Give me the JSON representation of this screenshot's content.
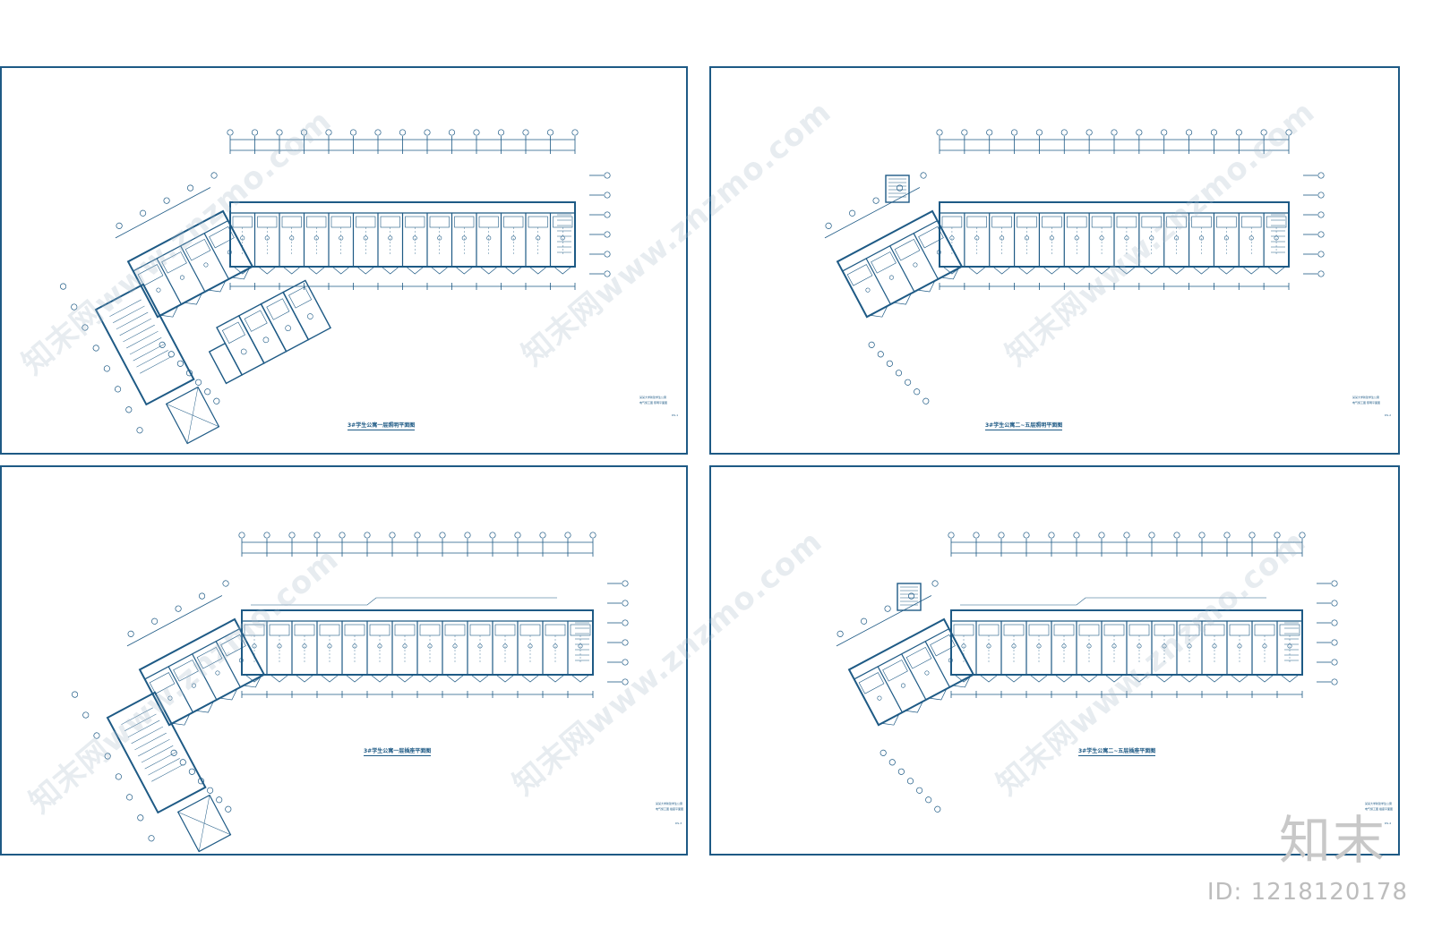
{
  "sheets": [
    {
      "id": "s1",
      "title": "3#学生公寓一层照明平面图",
      "note_line1": "某某大学新建学生公寓",
      "note_line2": "电气施工图 照明平面图",
      "page": "DS-1"
    },
    {
      "id": "s2",
      "title": "3#学生公寓二~五层照明平面图",
      "note_line1": "某某大学新建学生公寓",
      "note_line2": "电气施工图 照明平面图",
      "page": "DS-2"
    },
    {
      "id": "s3",
      "title": "3#学生公寓一层插座平面图",
      "note_line1": "某某大学新建学生公寓",
      "note_line2": "电气施工图 插座平面图",
      "page": "DS-3"
    },
    {
      "id": "s4",
      "title": "3#学生公寓二~五层插座平面图",
      "note_line1": "某某大学新建学生公寓",
      "note_line2": "电气施工图 插座平面图",
      "page": "DS-4"
    }
  ],
  "watermark": {
    "logo_text": "知末",
    "id_text": "ID: 1218120178",
    "diag_text": "知末网www.znzmo.com"
  },
  "colors": {
    "line": "#1e5a85",
    "background": "#ffffff"
  }
}
